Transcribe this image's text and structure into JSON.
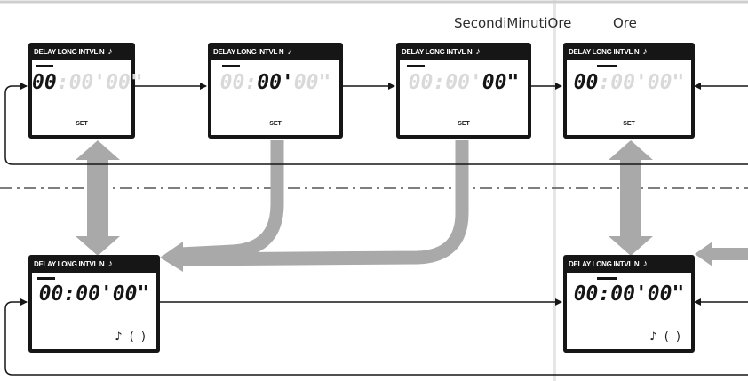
{
  "header": {
    "label_right_1": "SecondiMinutiOre",
    "label_right_2": "Ore"
  },
  "screens_top": [
    {
      "header": "DELAY LONG INTVL",
      "n": "N",
      "note": "♪",
      "hh": "00",
      "mm": "00",
      "ss": "00",
      "lit": "hh",
      "set": "SET"
    },
    {
      "header": "DELAY LONG INTVL",
      "n": "N",
      "note": "♪",
      "hh": "00",
      "mm": "00",
      "ss": "00",
      "lit": "mm",
      "set": "SET"
    },
    {
      "header": "DELAY LONG INTVL",
      "n": "N",
      "note": "♪",
      "hh": "00",
      "mm": "00",
      "ss": "00",
      "lit": "ss",
      "set": "SET"
    },
    {
      "header": "DELAY LONG INTVL",
      "n": "N",
      "note": "♪",
      "hh": "00",
      "mm": "00",
      "ss": "00",
      "lit": "hh",
      "set": "SET"
    }
  ],
  "screens_bottom": [
    {
      "header": "DELAY LONG INTVL",
      "n": "N",
      "note": "♪",
      "time": "00:00'00\"",
      "sub": "♪ (   )"
    },
    {
      "header": "DELAY LONG INTVL",
      "n": "N",
      "note": "♪",
      "time": "00:00'00\"",
      "sub": "♪ (   )"
    }
  ],
  "colors": {
    "line": "#161616",
    "gray_arrow": "#a9a9a9",
    "dash": "#555555",
    "panel_sep": "#cfcfcf"
  }
}
